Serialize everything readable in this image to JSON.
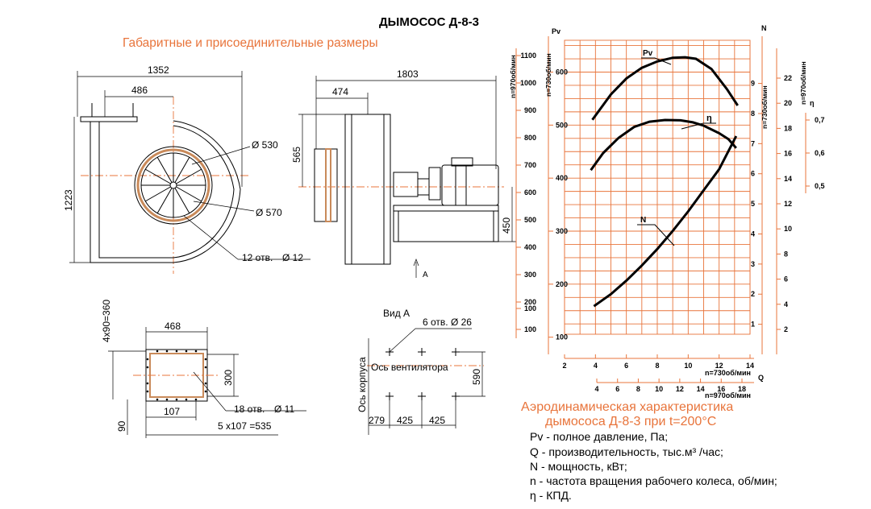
{
  "title": "ДЫМОСОС Д-8-3",
  "dims_subtitle": "Габаритные и присоединительные размеры",
  "front_view": {
    "d1352": "1352",
    "d486": "486",
    "d1223": "1223",
    "d530": "Ø 530",
    "d570": "Ø 570",
    "holes_count": "12 отв.",
    "holes_dia": "Ø 12"
  },
  "side_view": {
    "d1803": "1803",
    "d474": "474",
    "d565": "565",
    "d450": "450",
    "arrow_a": "А"
  },
  "flange_view": {
    "d4x90": "4x90=360",
    "d468": "468",
    "d300": "300",
    "d107": "107",
    "d5x107": "5 x107 =535",
    "d90": "90",
    "holes_count": "18 отв.",
    "holes_dia": "Ø 11"
  },
  "view_a": {
    "title": "Вид А",
    "holes": "6 отв. Ø 26",
    "fan_axis": "Ось вентилятора",
    "body_axis": "Ось корпуса",
    "d590": "590",
    "d279": "279",
    "d425a": "425",
    "d425b": "425"
  },
  "chart_data": {
    "type": "line",
    "title": "Аэродинамическая характеристика дымососа Д-8-3 при t=200°С",
    "title_line1": "Аэродинамическая характеристика",
    "title_line2": "дымососа Д-8-3 при t=200°С",
    "pv_axis_label": "Pv",
    "n_axis_label": "N",
    "q_axis_label": "Q",
    "x_label_730": "n=730об/мин",
    "x_label_970": "n=970об/мин",
    "pv_label_970": "n=970об/мин",
    "pv_label_730": "n=730об/мин",
    "n_label_730": "n=730об/мин",
    "n_label_970": "n=970об/мин",
    "x_730": {
      "range": [
        2,
        14
      ],
      "ticks": [
        "2",
        "4",
        "6",
        "8",
        "10",
        "12",
        "14"
      ]
    },
    "x_970": {
      "range": [
        2.65,
        18.6
      ],
      "ticks": [
        "4",
        "6",
        "8",
        "10",
        "12",
        "14",
        "16",
        "18"
      ]
    },
    "pv_730": {
      "range": [
        60,
        660
      ],
      "ticks": [
        "100",
        "200",
        "300",
        "400",
        "500",
        "600"
      ]
    },
    "pv_970": {
      "range": [
        0,
        1150
      ],
      "ticks": [
        "100",
        "100",
        "200",
        "300",
        "400",
        "500",
        "600",
        "700",
        "800",
        "900",
        "1000",
        "1100"
      ]
    },
    "n_730": {
      "range": [
        0,
        10.3
      ],
      "ticks": [
        "1",
        "2",
        "3",
        "4",
        "5",
        "6",
        "7",
        "8",
        "9"
      ]
    },
    "n_970": {
      "range": [
        0,
        23.5
      ],
      "ticks": [
        "2",
        "4",
        "6",
        "8",
        "10",
        "12",
        "14",
        "16",
        "18",
        "20",
        "22"
      ]
    },
    "eta": {
      "ticks": [
        "0,7",
        "0,6",
        "0,5"
      ]
    },
    "series": [
      {
        "name": "Pv",
        "x": [
          3.8,
          5,
          6,
          7,
          8,
          9,
          9.8,
          10.5,
          11.5,
          12.5,
          13.2
        ],
        "y": [
          510,
          558,
          588,
          608,
          620,
          627,
          628,
          625,
          606,
          568,
          537
        ]
      },
      {
        "name": "η",
        "x": [
          3.7,
          4.5,
          5.5,
          6.5,
          7.5,
          8.5,
          9.5,
          10.3,
          11,
          12,
          12.6,
          13.1
        ],
        "y": [
          0.548,
          0.6,
          0.646,
          0.679,
          0.695,
          0.7,
          0.699,
          0.693,
          0.683,
          0.66,
          0.642,
          0.615
        ]
      },
      {
        "name": "N",
        "x": [
          3.9,
          5,
          6,
          7,
          8,
          9,
          10,
          11,
          12,
          13.1
        ],
        "y": [
          1.6,
          2.0,
          2.45,
          2.95,
          3.5,
          4.1,
          4.75,
          5.45,
          6.15,
          7.25
        ]
      }
    ]
  },
  "legend": {
    "pv": "Pv - полное давление, Па;",
    "q": "Q - производительность, тыс.м³ /час;",
    "n": "N - мощность, кВт;",
    "rpm": "n - частота вращения рабочего колеса, об/мин;",
    "eta": "η - КПД."
  }
}
